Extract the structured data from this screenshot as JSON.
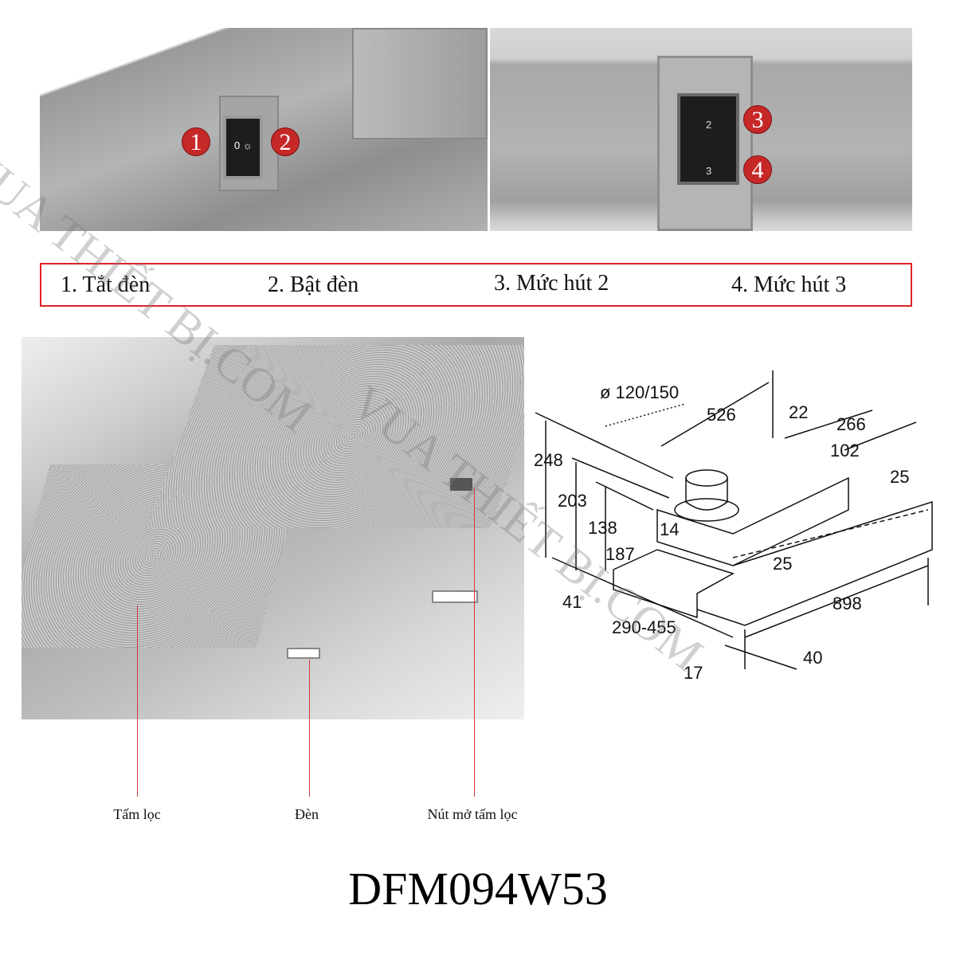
{
  "watermark": "VUA THIẾT BỊ.COM",
  "top_left_photo": {
    "badges": [
      "1",
      "2"
    ],
    "switch_symbol": "0 ☼"
  },
  "top_right_photo": {
    "badges": [
      "3",
      "4"
    ],
    "buttons": [
      "2",
      "3"
    ]
  },
  "legend": {
    "items": [
      "1. Tắt đèn",
      "2. Bật đèn",
      "3. Mức hút 2",
      "4. Mức hút 3"
    ],
    "border_color": "#e0202a"
  },
  "bottom_photo": {
    "labels": [
      "Tấm lọc",
      "Đèn",
      "Nút mở tấm lọc"
    ]
  },
  "drawing": {
    "dimensions": [
      "ø 120/150",
      "526",
      "22",
      "266",
      "102",
      "25",
      "248",
      "203",
      "138",
      "14",
      "187",
      "25",
      "41",
      "898",
      "290-455",
      "40",
      "17"
    ]
  },
  "model": "DFM094W53",
  "colors": {
    "badge": "#c62828",
    "leader": "#d43a3a"
  }
}
